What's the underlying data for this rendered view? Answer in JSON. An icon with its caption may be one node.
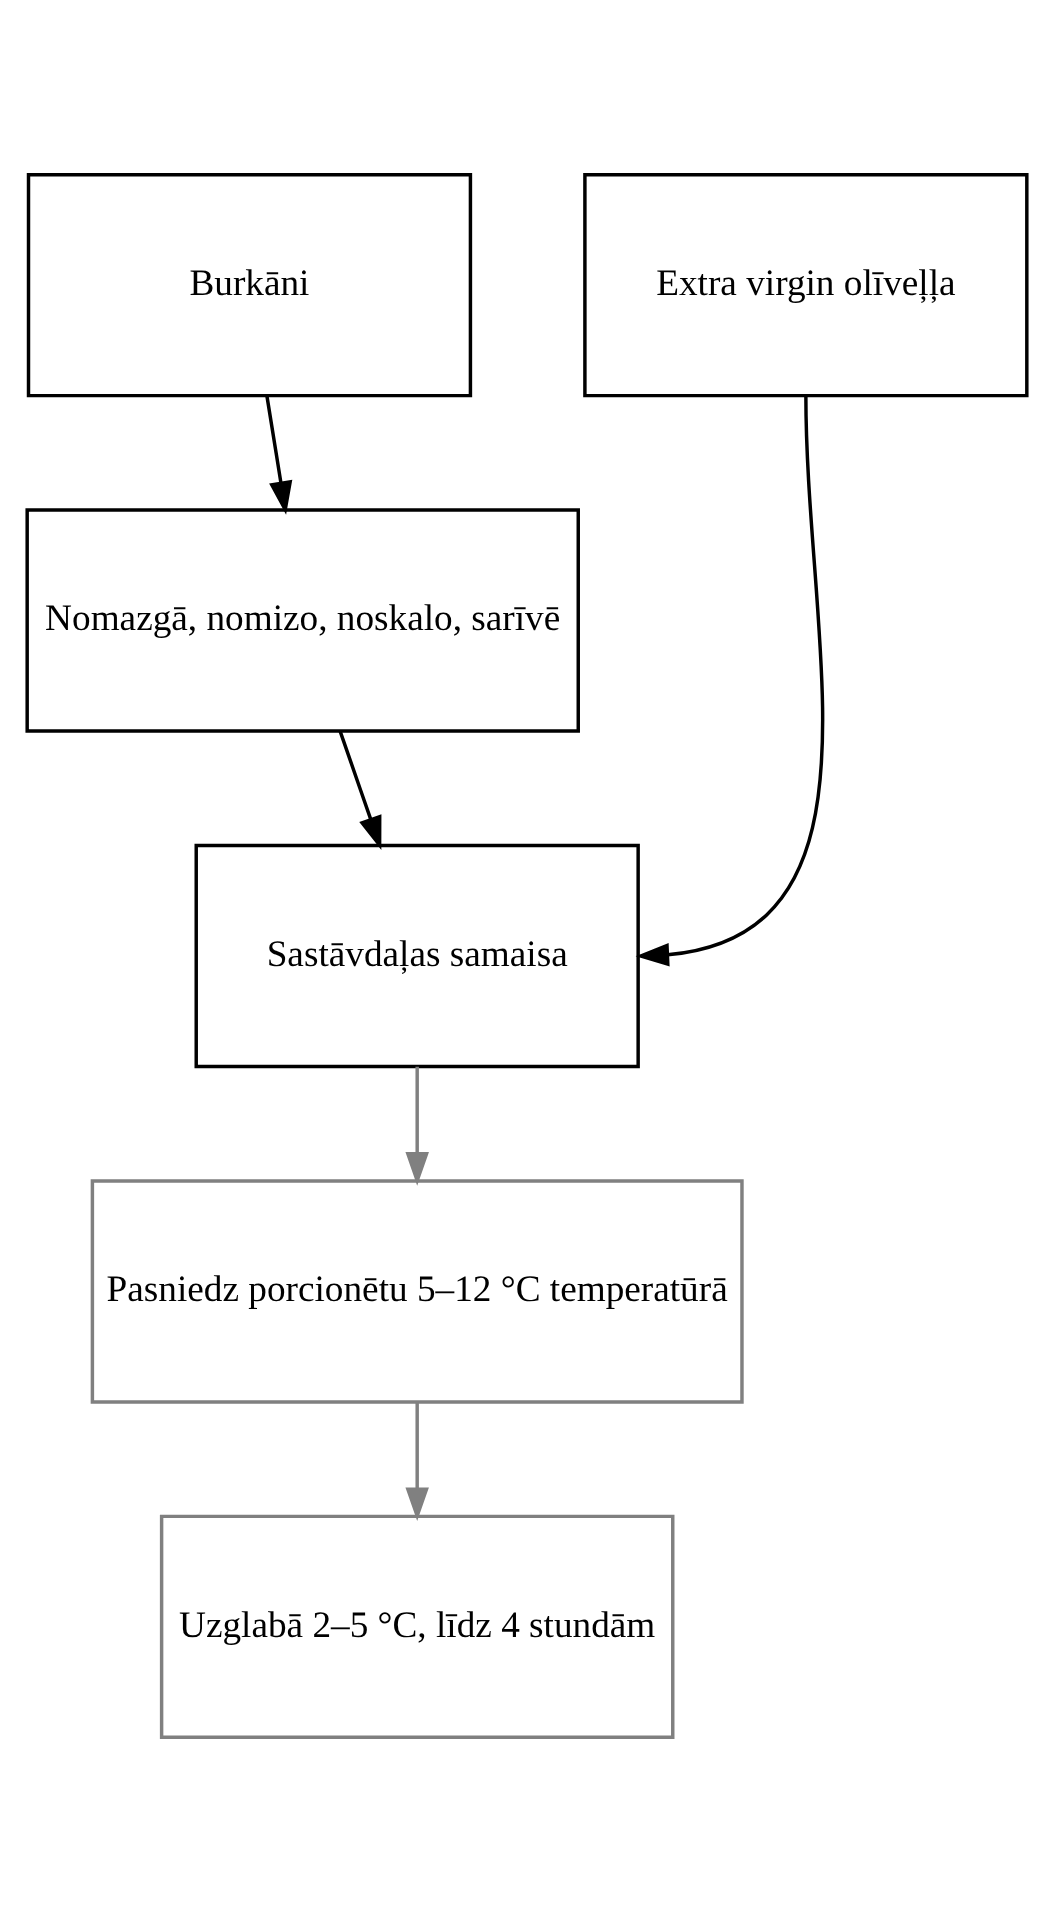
{
  "diagram": {
    "nodes": [
      {
        "text": [
          "Burkāni"
        ]
      },
      {
        "text": [
          "Extra virgin olīveļļa"
        ]
      },
      {
        "text": [
          "Nomazgā, nomizo, noskalo, sarīvē"
        ]
      },
      {
        "text": [
          "Sastāvdaļas samaisa"
        ]
      },
      {
        "text": [
          "Pasniedz porcionētu 5–12 °C temperatūrā"
        ]
      },
      {
        "text": [
          "Uzglabā 2–5 °C, līdz 4 stundām"
        ]
      }
    ],
    "edges": [
      {
        "from": 0,
        "to": 2,
        "arrow": "to"
      },
      {
        "from": 2,
        "to": 3,
        "arrow": "to"
      },
      {
        "from": 1,
        "to": 3,
        "arrow": "to"
      },
      {
        "from": 3,
        "to": 4,
        "arrow": "to",
        "color": "#808080"
      },
      {
        "from": 4,
        "to": 5,
        "arrow": "to",
        "color": "#808080"
      }
    ]
  }
}
